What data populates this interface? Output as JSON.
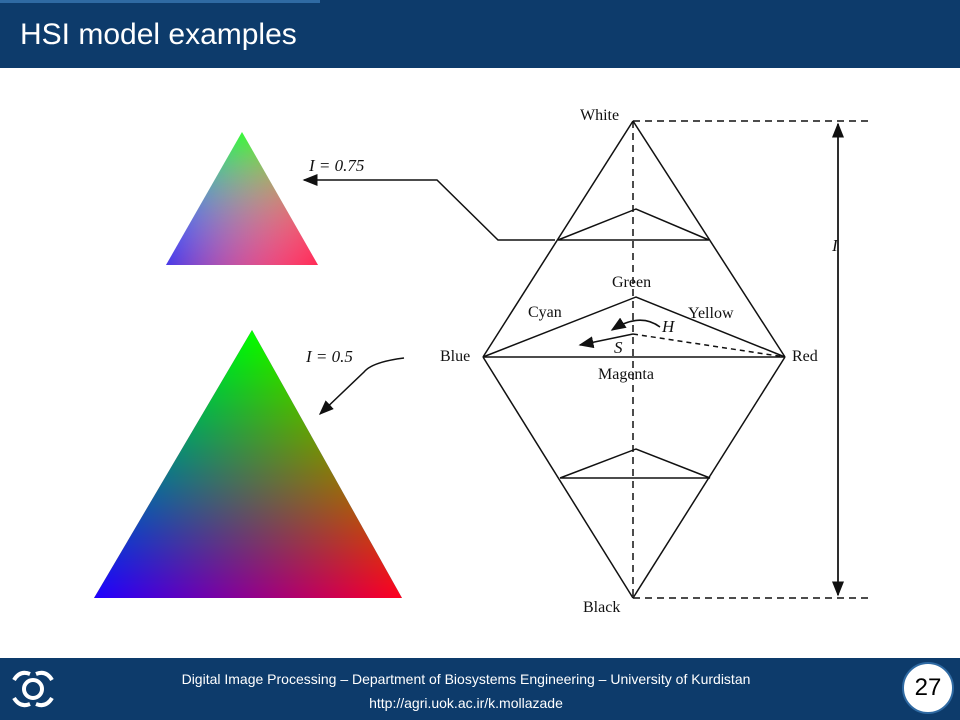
{
  "title": "HSI model examples",
  "diagram": {
    "label_white": "White",
    "label_black": "Black",
    "label_green": "Green",
    "label_cyan": "Cyan",
    "label_yellow": "Yellow",
    "label_blue": "Blue",
    "label_red": "Red",
    "label_magenta": "Magenta",
    "label_h": "H",
    "label_s": "S",
    "label_i": "I",
    "label_i075": "I = 0.75",
    "label_i05": "I = 0.5"
  },
  "footer": {
    "line1": "Digital Image Processing – Department of Biosystems Engineering – University of Kurdistan",
    "line2": "http://agri.uok.ac.ir/k.mollazade",
    "page_number": "27"
  },
  "colors": {
    "header_bg": "#0d3b6b",
    "accent": "#2f6aa3"
  }
}
